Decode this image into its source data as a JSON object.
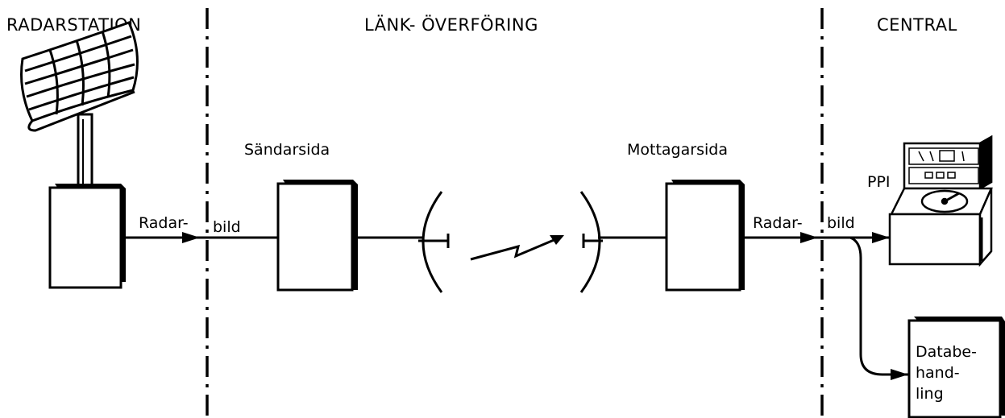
{
  "headers": {
    "radarstation": "RADARSTATION",
    "lank": "LÄNK- ÖVERFÖRING",
    "central": "CENTRAL"
  },
  "labels": {
    "sandarsida": "Sändarsida",
    "mottagarsida": "Mottagarsida",
    "ppi": "PPI",
    "radar_bild_left_1": "Radar-",
    "radar_bild_left_2": "bild",
    "radar_bild_right_1": "Radar-",
    "radar_bild_right_2": "bild"
  },
  "databehandling": [
    "Databe-",
    "hand-",
    "ling"
  ]
}
